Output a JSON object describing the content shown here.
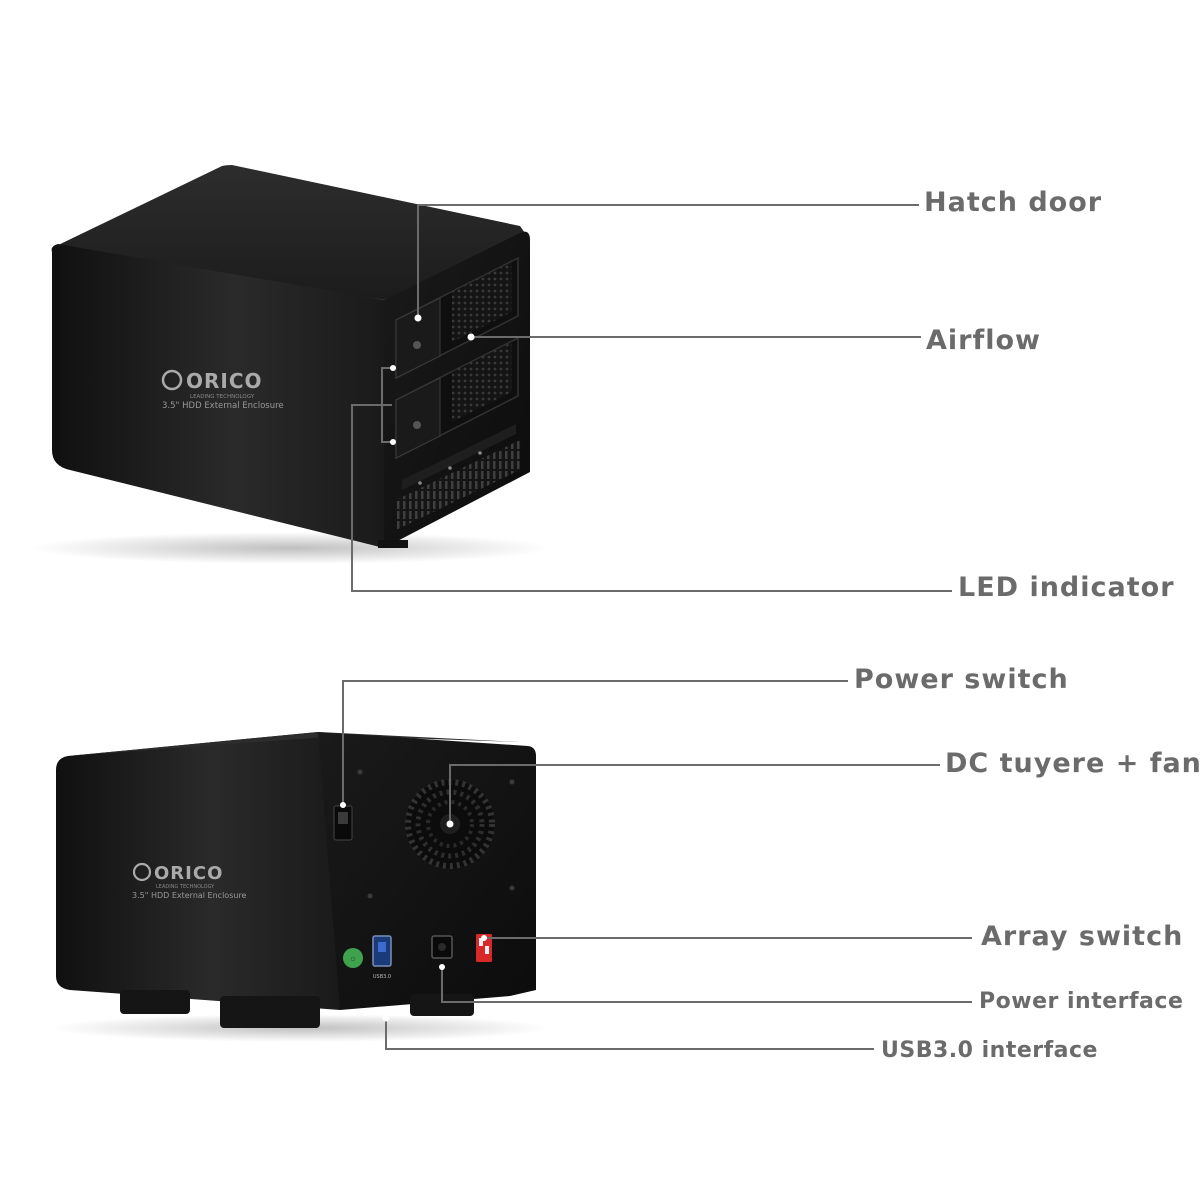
{
  "front_device": {
    "brand": "ORICO",
    "brand_tagline": "LEADING TECHNOLOGY",
    "model_text": "3.5\" HDD External Enclosure"
  },
  "rear_device": {
    "brand": "ORICO",
    "brand_tagline": "LEADING TECHNOLOGY",
    "model_text": "3.5\" HDD External Enclosure",
    "port_label": "USB3.0"
  },
  "callouts": {
    "hatch_door": "Hatch door",
    "airflow": "Airflow",
    "led_indicator": "LED indicator",
    "power_switch": "Power switch",
    "dc_fan": "DC tuyere + fan",
    "array_switch": "Array switch",
    "power_interface": "Power interface",
    "usb_interface": "USB3.0 interface"
  },
  "colors": {
    "callout_line": "#6b6b6b",
    "callout_text": "#6b6b6b",
    "enclosure_body": "#1c1c1c",
    "array_switch": "#d8282a",
    "power_button": "#3fa34d"
  }
}
